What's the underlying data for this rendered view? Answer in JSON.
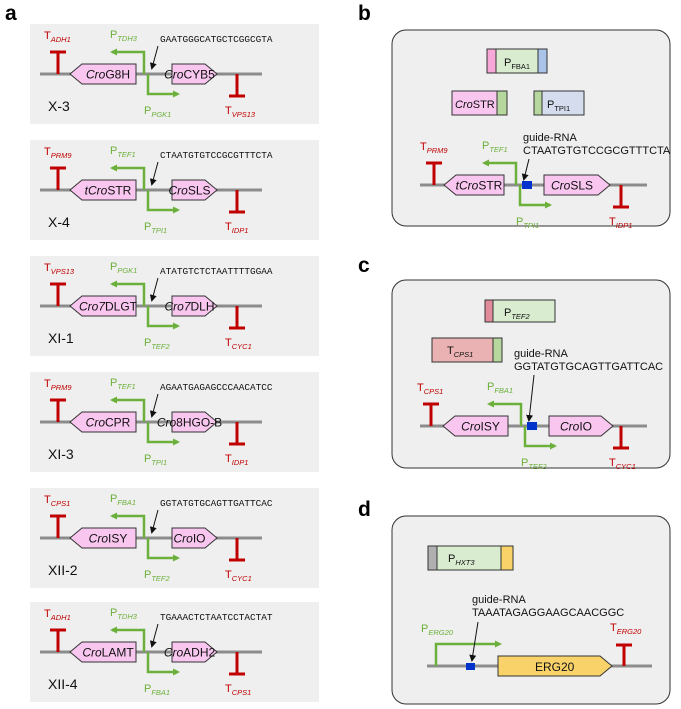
{
  "panel_letters": {
    "a": "a",
    "b": "b",
    "c": "c",
    "d": "d"
  },
  "panel_a": [
    {
      "name": "X-3",
      "seq": "GAATGGGCATGCTCGGCGTA",
      "gene_left": {
        "pre": "Cro",
        "main": "G8H"
      },
      "gene_right": {
        "pre": "Cro",
        "main": "CYB5"
      },
      "term_left": "ADH1",
      "term_right": "VPS13",
      "prom_up": "TDH3",
      "prom_down": "PGK1"
    },
    {
      "name": "X-4",
      "seq": "CTAATGTGTCCGCGTTTCTA",
      "gene_left": {
        "pre": "tCro",
        "main": "STR"
      },
      "gene_right": {
        "pre": "Cro",
        "main": "SLS"
      },
      "term_left": "PRM9",
      "term_right": "IDP1",
      "prom_up": "TEF1",
      "prom_down": "TPI1"
    },
    {
      "name": "XI-1",
      "seq": "ATATGTCTCTAATTTTGGAA",
      "gene_left": {
        "pre": "Cro7",
        "main": "DLGT"
      },
      "gene_right": {
        "pre": "Cro7",
        "main": "DLH"
      },
      "term_left": "VPS13",
      "term_right": "CYC1",
      "prom_up": "PGK1",
      "prom_down": "TEF2"
    },
    {
      "name": "XI-3",
      "seq": "AGAATGAGAGCCCAACATCC",
      "gene_left": {
        "pre": "Cro",
        "main": "CPR"
      },
      "gene_right": {
        "pre": "Cro",
        "main": "8HGO-B"
      },
      "term_left": "PRM9",
      "term_right": "IDP1",
      "prom_up": "TEF1",
      "prom_down": "TPI1"
    },
    {
      "name": "XII-2",
      "seq": "GGTATGTGCAGTTGATTCAC",
      "gene_left": {
        "pre": "Cro",
        "main": "ISY"
      },
      "gene_right": {
        "pre": "Cro",
        "main": "IO"
      },
      "term_left": "CPS1",
      "term_right": "CYC1",
      "prom_up": "FBA1",
      "prom_down": "TEF2"
    },
    {
      "name": "XII-4",
      "seq": "TGAAACTCTAATCCTACTAT",
      "gene_left": {
        "pre": "Cro",
        "main": "LAMT"
      },
      "gene_right": {
        "pre": "Cro",
        "main": "ADH2"
      },
      "term_left": "ADH1",
      "term_right": "CPS1",
      "prom_up": "TDH3",
      "prom_down": "FBA1"
    }
  ],
  "panel_b": {
    "part1": {
      "pre": "P",
      "sub": "FBA1"
    },
    "part2": {
      "pre": "Cro",
      "main": "STR"
    },
    "part3": {
      "pre": "P",
      "sub": "TPI1"
    },
    "guide_label": "guide-RNA",
    "guide_seq": "CTAATGTGTCCGCGTTTCTA",
    "gene_left": {
      "pre": "tCro",
      "main": "STR"
    },
    "gene_right": {
      "pre": "Cro",
      "main": "SLS"
    },
    "term_left": "PRM9",
    "term_right": "IDP1",
    "prom_up": "TEF1",
    "prom_down": "TPI1"
  },
  "panel_c": {
    "part1": {
      "pre": "P",
      "sub": "TEF2"
    },
    "part2": {
      "pre": "T",
      "sub": "CPS1"
    },
    "guide_label": "guide-RNA",
    "guide_seq": "GGTATGTGCAGTTGATTCAC",
    "gene_left": {
      "pre": "Cro",
      "main": "ISY"
    },
    "gene_right": {
      "pre": "Cro",
      "main": "IO"
    },
    "term_left": "CPS1",
    "term_right": "CYC1",
    "prom_up": "FBA1",
    "prom_down": "TEF2"
  },
  "panel_d": {
    "part1": {
      "pre": "P",
      "sub": "HXT3"
    },
    "guide_label": "guide-RNA",
    "guide_seq": "TAAATAGAGGAAGCAACGGC",
    "gene": "ERG20",
    "prom": "ERG20",
    "term": "ERG20"
  },
  "colors": {
    "terminator": "#c00000",
    "promoter": "#6bb03a",
    "gene_fill": "#f9c6f0",
    "erg_fill": "#f9d36a",
    "panel_bg": "#efefef",
    "guide": "#0033cc"
  }
}
